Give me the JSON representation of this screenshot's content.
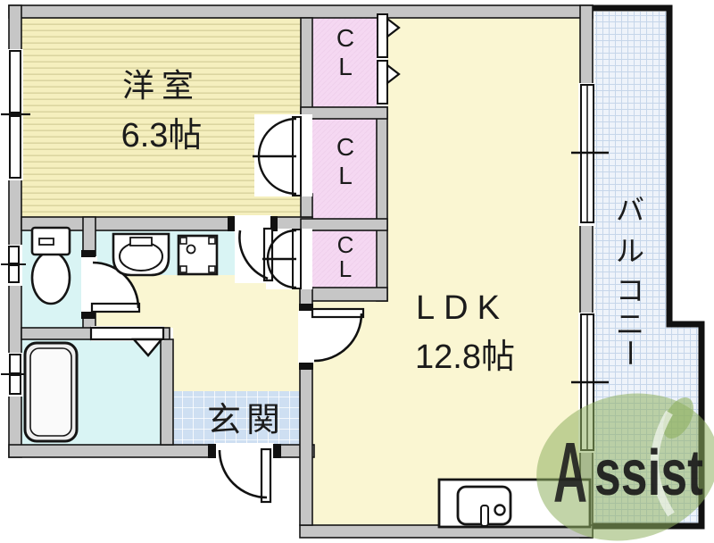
{
  "rooms": {
    "western": {
      "name": "洋室",
      "size": "6.3帖"
    },
    "ldk": {
      "name": "LDK",
      "size": "12.8帖"
    },
    "entrance": {
      "name": "玄関"
    },
    "balcony": {
      "name": "バルコニー",
      "chars": [
        "バ",
        "ル",
        "コ",
        "ニ",
        "ー"
      ]
    }
  },
  "closets": [
    {
      "top": "C",
      "bottom": "L"
    },
    {
      "top": "C",
      "bottom": "L"
    },
    {
      "top": "C",
      "bottom": "L"
    }
  ],
  "watermark": {
    "a": "A",
    "rest": "ssist"
  },
  "icons": {
    "toilet": "toilet-plan-symbol",
    "washbasin": "washbasin-plan-symbol",
    "washer_pan": "washing-machine-pan-symbol",
    "bathtub": "bathtub-plan-symbol",
    "kitchen_sink": "kitchen-sink-plan-symbol",
    "doors": "swing-door-arc-symbol",
    "closet_doors": "double-leaf-door-symbol",
    "folding_doors": "folding-door-triangle-symbol",
    "windows": "sliding-window-symbol"
  },
  "colors": {
    "wall": "#c6c6c6",
    "outline": "#161616",
    "tatami": "#f5efbe",
    "tatami_line": "#d8d29c",
    "room_yellow": "#faf6d2",
    "closet_pink": "#f5d8f2",
    "wet_cyan": "#d9f4f4",
    "entrance_tile": "#cedff2",
    "balcony_fill": "#eef3fa",
    "balcony_grid": "#c6d6ea",
    "logo_green": "#8fb160",
    "logo_pink": "#ef8da0",
    "text": "#1b1b1b"
  }
}
